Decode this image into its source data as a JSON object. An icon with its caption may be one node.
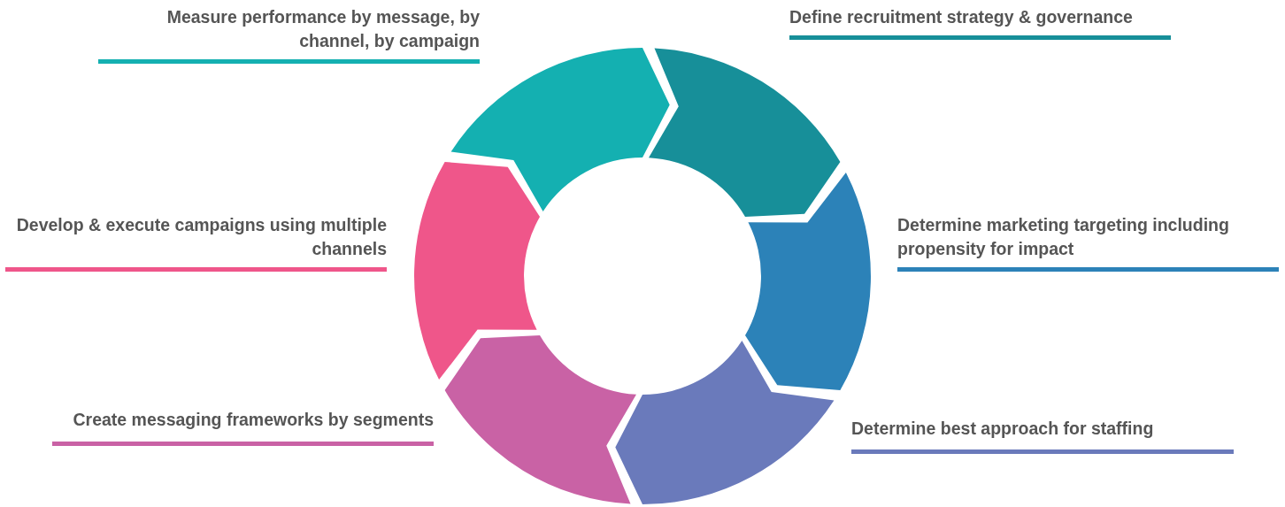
{
  "diagram": {
    "nodes": [
      {
        "text": [
          "Measure performance by message, by channel, by campaign"
        ]
      },
      {
        "text": [
          "Define recruitment strategy & governance"
        ]
      },
      {
        "text": [
          "Develop & execute campaigns using multiple channels"
        ]
      },
      {
        "text": [
          "Determine marketing targeting including propensity for impact"
        ]
      },
      {
        "text": [
          "Create messaging frameworks by segments"
        ]
      },
      {
        "text": [
          "Determine best approach for staffing"
        ]
      }
    ]
  }
}
